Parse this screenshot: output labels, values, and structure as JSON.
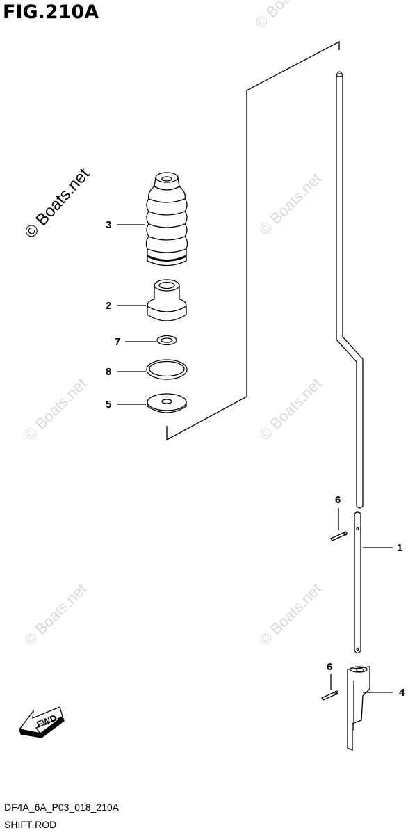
{
  "figure": {
    "title": "FIG.210A",
    "code": "DF4A_6A_P03_018_210A",
    "name": "SHIFT ROD"
  },
  "logo": {
    "text": "© Boats.net"
  },
  "watermark": {
    "text": "© Boats.net"
  },
  "parts": [
    {
      "ref": "1"
    },
    {
      "ref": "2"
    },
    {
      "ref": "3"
    },
    {
      "ref": "4"
    },
    {
      "ref": "5"
    },
    {
      "ref": "6"
    },
    {
      "ref": "6"
    },
    {
      "ref": "7"
    },
    {
      "ref": "8"
    }
  ],
  "fwd_arrow": {
    "text": "FWD"
  },
  "colors": {
    "line": "#000000",
    "watermark": "#d9d9d9"
  }
}
